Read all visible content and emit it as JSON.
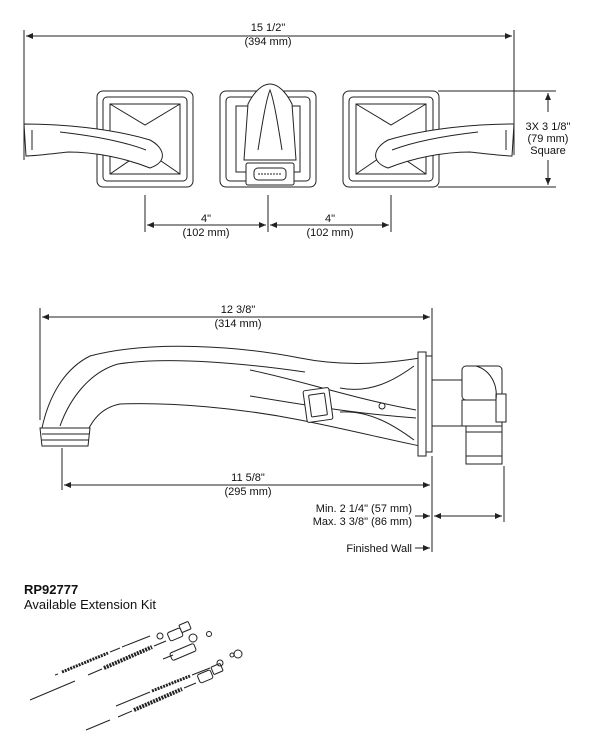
{
  "dimensions": {
    "overall_width": {
      "imperial": "15 1/2\"",
      "metric": "(394 mm)"
    },
    "left_spacing": {
      "imperial": "4\"",
      "metric": "(102 mm)"
    },
    "right_spacing": {
      "imperial": "4\"",
      "metric": "(102 mm)"
    },
    "escutcheon": {
      "line1": "3X 3 1/8\"",
      "line2": "(79 mm)",
      "line3": "Square"
    },
    "spout_length": {
      "imperial": "12 3/8\"",
      "metric": "(314 mm)"
    },
    "reach": {
      "imperial": "11 5/8\"",
      "metric": "(295 mm)"
    },
    "wall_min": "Min. 2 1/4\" (57 mm)",
    "wall_max": "Max. 3 3/8\" (86 mm)",
    "finished_wall": "Finished Wall"
  },
  "kit": {
    "part_number": "RP92777",
    "description": "Available Extension Kit"
  },
  "colors": {
    "line": "#222222",
    "background": "#ffffff"
  }
}
